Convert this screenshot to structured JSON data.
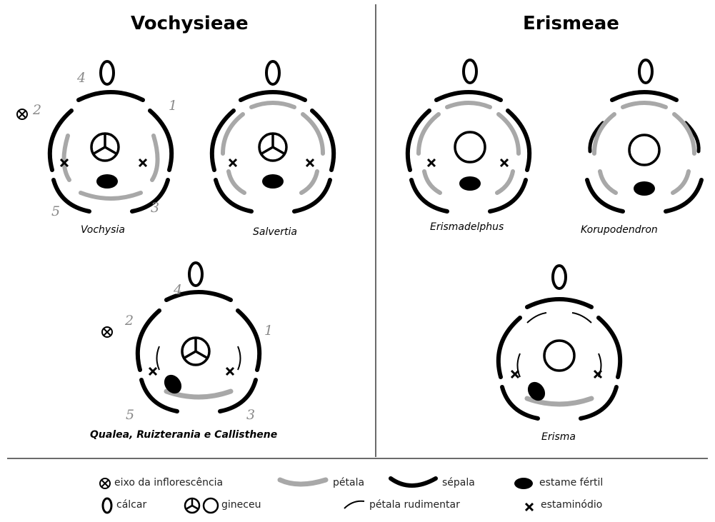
{
  "titles": {
    "left": "Vochysieae",
    "right": "Erismeae"
  },
  "diagrams": {
    "vochysia": {
      "label": "Vochysia",
      "n1": "1",
      "n2": "2",
      "n3": "3",
      "n4": "4",
      "n5": "5"
    },
    "salvertia": {
      "label": "Salvertia"
    },
    "erismadelphus": {
      "label": "Erismadelphus"
    },
    "korupodendron": {
      "label": "Korupodendron"
    },
    "qualea": {
      "label": "Qualea, Ruizterania e Callisthene",
      "n1": "1",
      "n2": "2",
      "n3": "3",
      "n4": "4",
      "n5": "5"
    },
    "erisma": {
      "label": "Erisma"
    }
  },
  "legend": {
    "axis": "eixo da inflorescência",
    "petal": "pétala",
    "sepal": "sépala",
    "fertile_stamen": "estame fértil",
    "spur": "cálcar",
    "gynoecium": "gineceu",
    "rudimentary_petal": "pétala rudimentar",
    "staminode": "estaminódio"
  },
  "colors": {
    "sepal": "#000000",
    "petal": "#a8a8a8",
    "number": "#8a8a8a",
    "divider": "#6b6b6b"
  }
}
